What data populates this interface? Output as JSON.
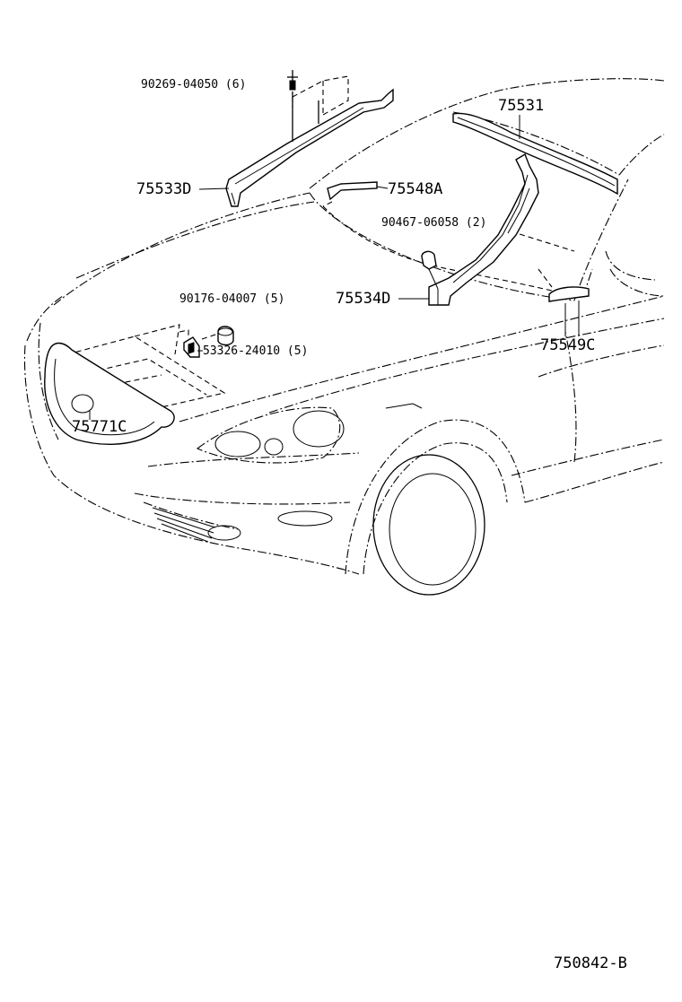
{
  "labels": {
    "p90269": "90269-04050 (6)",
    "p75533": "75533D",
    "p75531": "75531",
    "p75548": "75548A",
    "p90467": "90467-06058 (2)",
    "p75534": "75534D",
    "p90176": "90176-04007 (5)",
    "p53326": "53326-24010 (5)",
    "p75549": "75549C",
    "p75771": "75771C",
    "drawing_no": "750842-B"
  }
}
